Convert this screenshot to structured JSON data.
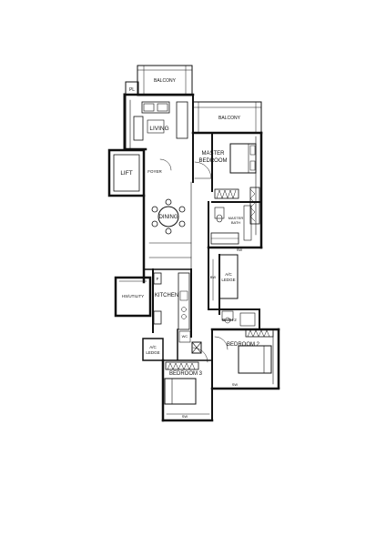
{
  "plan": {
    "labels": {
      "balcony_top": "BALCONY",
      "pl": "PL",
      "living": "LIVING",
      "balcony_right": "BALCONY",
      "master_bedroom_1": "MASTER",
      "master_bedroom_2": "BEDROOM",
      "lift": "LIFT",
      "foyer": "FOYER",
      "dining": "DINING",
      "master_bath_1": "MASTER",
      "master_bath_2": "BATH",
      "sw_master": "SW",
      "bw": "BW",
      "ac_ledge_right_1": "A/C",
      "ac_ledge_right_2": "LEDGE",
      "f": "F",
      "hs_utility": "HS/UTILITY",
      "kitchen": "KITCHEN",
      "bath2": "BATH 2",
      "wc": "WC",
      "bedroom2": "BEDROOM 2",
      "ac_ledge_left_1": "A/C",
      "ac_ledge_left_2": "LEDGE",
      "bedroom3": "BEDROOM 3",
      "sw_bed2": "SW",
      "sw_bed3": "SW"
    }
  }
}
